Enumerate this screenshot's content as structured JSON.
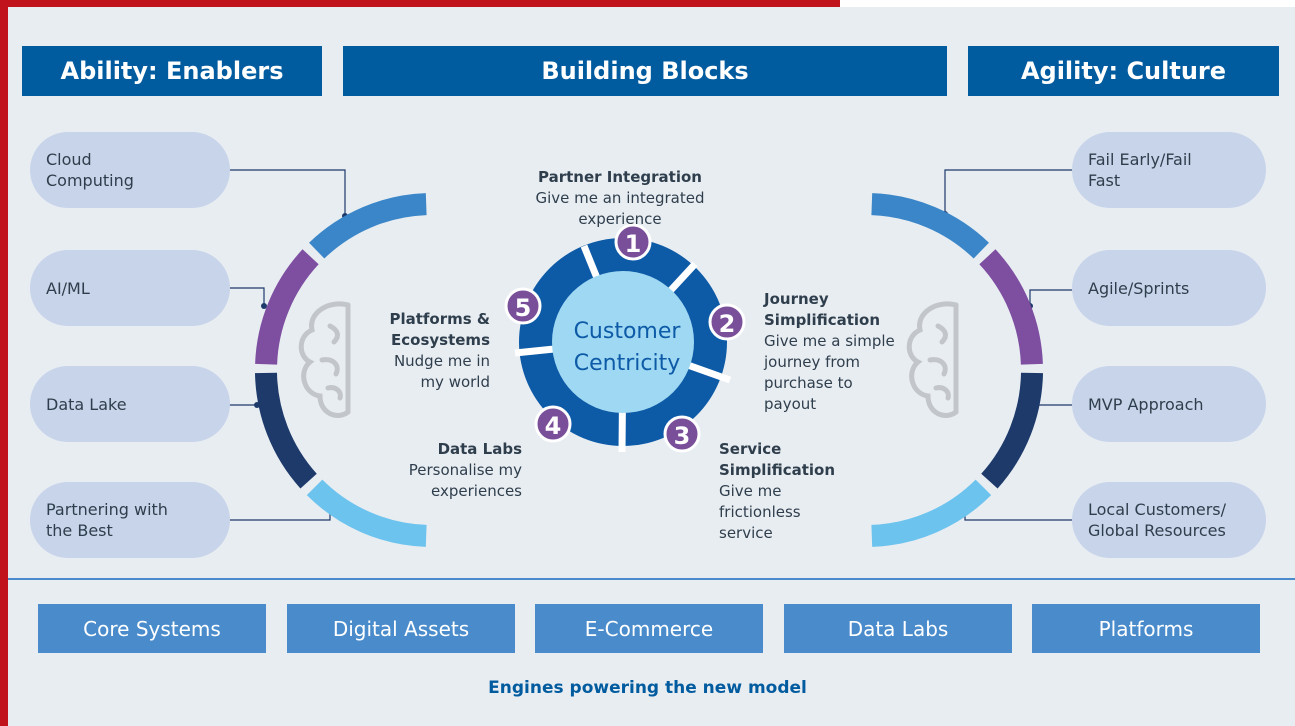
{
  "headers": {
    "ability": "Ability: Enablers",
    "building": "Building Blocks",
    "agility": "Agility: Culture"
  },
  "enablers": [
    "Cloud\nComputing",
    "AI/ML",
    "Data Lake",
    "Partnering with\nthe Best"
  ],
  "culture": [
    "Fail Early/Fail\nFast",
    "Agile/Sprints",
    "MVP Approach",
    "Local Customers/\nGlobal Resources"
  ],
  "center": {
    "line1": "Customer",
    "line2": "Centricity"
  },
  "blocks": [
    {
      "num": "1",
      "title": "Partner Integration",
      "desc": "Give me an integrated\nexperience"
    },
    {
      "num": "2",
      "title": "Journey\nSimplification",
      "desc": "Give me a simple\njourney from\npurchase to\npayout"
    },
    {
      "num": "3",
      "title": "Service\nSimplification",
      "desc": "Give me\nfrictionless\nservice"
    },
    {
      "num": "4",
      "title": "Data Labs",
      "desc": "Personalise my\nexperiences"
    },
    {
      "num": "5",
      "title": "Platforms &\nEcosystems",
      "desc": "Nudge me in\nmy world"
    }
  ],
  "engines": [
    "Core Systems",
    "Digital Assets",
    "E-Commerce",
    "Data Labs",
    "Platforms"
  ],
  "engines_title": "Engines powering the new model",
  "colors": {
    "accent_red": "#c0131c",
    "header_blue": "#005b9f",
    "arc_blue": "#3a86c8",
    "arc_purple": "#7e4ea0",
    "arc_navy": "#1d3a6b",
    "arc_light": "#6cc3ee",
    "ring_blue": "#0d5aa7",
    "center_light": "#9ed8f2",
    "badge_purple": "#7a4f9a",
    "engine_blue": "#4a8ccb"
  }
}
